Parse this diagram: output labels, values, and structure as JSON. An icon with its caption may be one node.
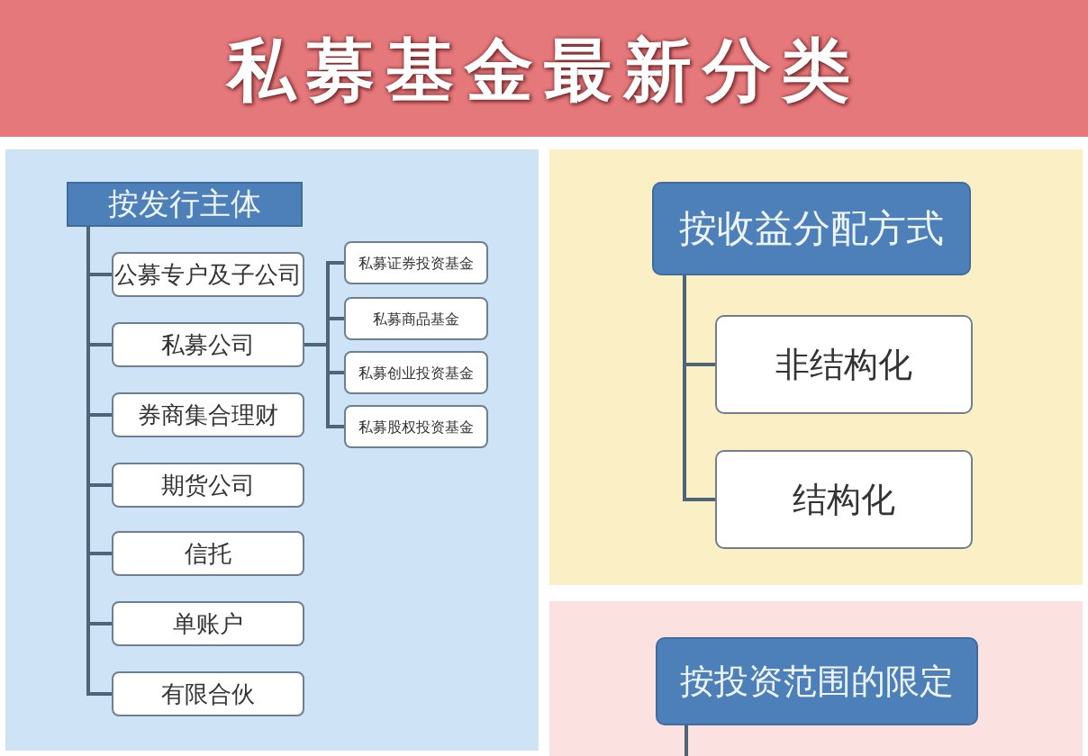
{
  "diagram": {
    "title": "私募基金最新分类",
    "nodes": [
      {
        "text": [
          "按发行主体"
        ]
      },
      {
        "text": [
          "公募专户及子公司"
        ]
      },
      {
        "text": [
          "私募公司"
        ]
      },
      {
        "text": [
          "券商集合理财"
        ]
      },
      {
        "text": [
          "期货公司"
        ]
      },
      {
        "text": [
          "信托"
        ]
      },
      {
        "text": [
          "单账户"
        ]
      },
      {
        "text": [
          "有限合伙"
        ]
      },
      {
        "text": [
          "私募证券投资基金"
        ]
      },
      {
        "text": [
          "私募商品基金"
        ]
      },
      {
        "text": [
          "私募创业投资基金"
        ]
      },
      {
        "text": [
          "私募股权投资基金"
        ]
      },
      {
        "text": [
          "按收益分配方式"
        ]
      },
      {
        "text": [
          "非结构化"
        ]
      },
      {
        "text": [
          "结构化"
        ]
      },
      {
        "text": [
          "按投资范围的限定"
        ]
      }
    ],
    "edges": [
      {
        "from": 0,
        "to": 1,
        "arrow": "none"
      },
      {
        "from": 0,
        "to": 2,
        "arrow": "none"
      },
      {
        "from": 0,
        "to": 3,
        "arrow": "none"
      },
      {
        "from": 0,
        "to": 4,
        "arrow": "none"
      },
      {
        "from": 0,
        "to": 5,
        "arrow": "none"
      },
      {
        "from": 0,
        "to": 6,
        "arrow": "none"
      },
      {
        "from": 0,
        "to": 7,
        "arrow": "none"
      },
      {
        "from": 2,
        "to": 8,
        "arrow": "none"
      },
      {
        "from": 2,
        "to": 9,
        "arrow": "none"
      },
      {
        "from": 2,
        "to": 10,
        "arrow": "none"
      },
      {
        "from": 2,
        "to": 11,
        "arrow": "none"
      },
      {
        "from": 12,
        "to": 13,
        "arrow": "none"
      },
      {
        "from": 12,
        "to": 14,
        "arrow": "none"
      },
      {
        "from": 15,
        "to": null,
        "arrow": "none"
      }
    ]
  }
}
